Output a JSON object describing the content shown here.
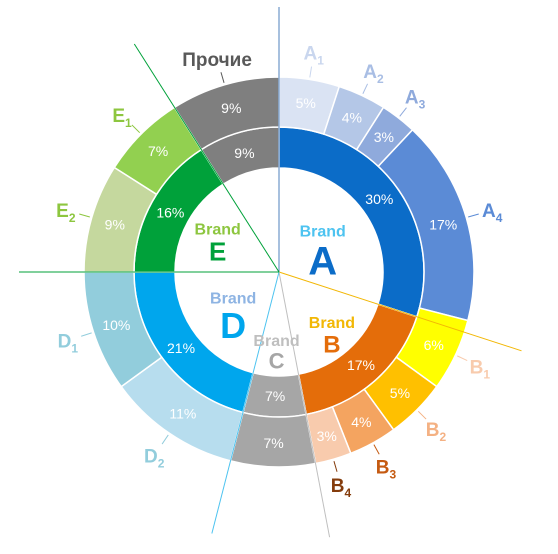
{
  "chart_data": {
    "type": "pie",
    "subtype": "nested-donut",
    "legend": "none",
    "inner": [
      {
        "id": "A",
        "brand_word": "Brand",
        "letter": "A",
        "value": 30,
        "label": "30%",
        "color": "#0B6CC8",
        "text_color": "#4DC3F0"
      },
      {
        "id": "B",
        "brand_word": "Brand",
        "letter": "B",
        "value": 17,
        "label": "17%",
        "color": "#E46D0A",
        "text_color": "#F2B705",
        "letter_color": "#E46D0A"
      },
      {
        "id": "C",
        "brand_word": "Brand",
        "letter": "C",
        "value": 7,
        "label": "7%",
        "color": "#A6A6A6",
        "text_color": "#BFBFBF"
      },
      {
        "id": "D",
        "brand_word": "Brand",
        "letter": "D",
        "value": 21,
        "label": "21%",
        "color": "#00A6ED",
        "text_color": "#8EB4E3",
        "letter_color": "#00A6ED"
      },
      {
        "id": "E",
        "brand_word": "Brand",
        "letter": "E",
        "value": 16,
        "label": "16%",
        "color": "#00A13A",
        "text_color": "#8DC63F",
        "letter_color": "#00A13A"
      },
      {
        "id": "other",
        "value": 9,
        "label": "9%",
        "color": "#7F7F7F"
      }
    ],
    "outer": [
      {
        "id": "A1",
        "base": "A",
        "sub": "1",
        "value": 5,
        "label": "5%",
        "color": "#DAE3F3",
        "name_color": "#C9D6EE"
      },
      {
        "id": "A2",
        "base": "A",
        "sub": "2",
        "value": 4,
        "label": "4%",
        "color": "#B4C7E7",
        "name_color": "#A9BEE4"
      },
      {
        "id": "A3",
        "base": "A",
        "sub": "3",
        "value": 3,
        "label": "3%",
        "color": "#8FAADC",
        "name_color": "#8FAADC"
      },
      {
        "id": "A4",
        "base": "A",
        "sub": "4",
        "value": 17,
        "label": "17%",
        "color": "#5B8BD6",
        "name_color": "#5B8BD6"
      },
      {
        "id": "B1",
        "base": "B",
        "sub": "1",
        "value": 6,
        "label": "6%",
        "color": "#FFFF00",
        "name_color": "#F8CBAD",
        "label_color": "#404040"
      },
      {
        "id": "B2",
        "base": "B",
        "sub": "2",
        "value": 5,
        "label": "5%",
        "color": "#FFC000",
        "name_color": "#F4B183"
      },
      {
        "id": "B3",
        "base": "B",
        "sub": "3",
        "value": 4,
        "label": "4%",
        "color": "#F4A460",
        "name_color": "#C55A11"
      },
      {
        "id": "B4",
        "base": "B",
        "sub": "4",
        "value": 3,
        "label": "3%",
        "color": "#F8CBAD",
        "name_color": "#843C0C"
      },
      {
        "id": "C-outer",
        "value": 7,
        "label": "7%",
        "color": "#A6A6A6"
      },
      {
        "id": "D2",
        "base": "D",
        "sub": "2",
        "value": 11,
        "label": "11%",
        "color": "#B7DDEE",
        "name_color": "#92CDDC"
      },
      {
        "id": "D1",
        "base": "D",
        "sub": "1",
        "value": 10,
        "label": "10%",
        "color": "#92CDDC",
        "name_color": "#92CDDC"
      },
      {
        "id": "E2",
        "base": "E",
        "sub": "2",
        "value": 9,
        "label": "9%",
        "color": "#C5D89E",
        "name_color": "#8DC63F"
      },
      {
        "id": "E1",
        "base": "E",
        "sub": "1",
        "value": 7,
        "label": "7%",
        "color": "#92D050",
        "name_color": "#8DC63F"
      },
      {
        "id": "other-outer",
        "name": "Прочие",
        "value": 9,
        "label": "9%",
        "color": "#7F7F7F",
        "name_color": "#595959"
      }
    ]
  }
}
